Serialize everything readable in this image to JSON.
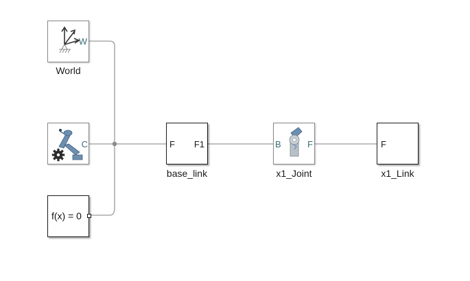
{
  "blocks": {
    "world": {
      "label": "World",
      "port": "W",
      "icon": "world-frame-icon"
    },
    "config": {
      "port": "C",
      "icon": "mechanism-configuration-icon"
    },
    "solver": {
      "text": "f(x) = 0"
    },
    "base_link": {
      "label": "base_link",
      "port_left": "F",
      "port_right": "F1"
    },
    "x1_joint": {
      "label": "x1_Joint",
      "port_left": "B",
      "port_right": "F",
      "icon": "revolute-joint-icon"
    },
    "x1_link": {
      "label": "x1_Link",
      "port_left": "F"
    }
  },
  "colors": {
    "line": "#9a9a9a",
    "teal": "#3b6e78",
    "blue_body": "#6d8fb0"
  }
}
